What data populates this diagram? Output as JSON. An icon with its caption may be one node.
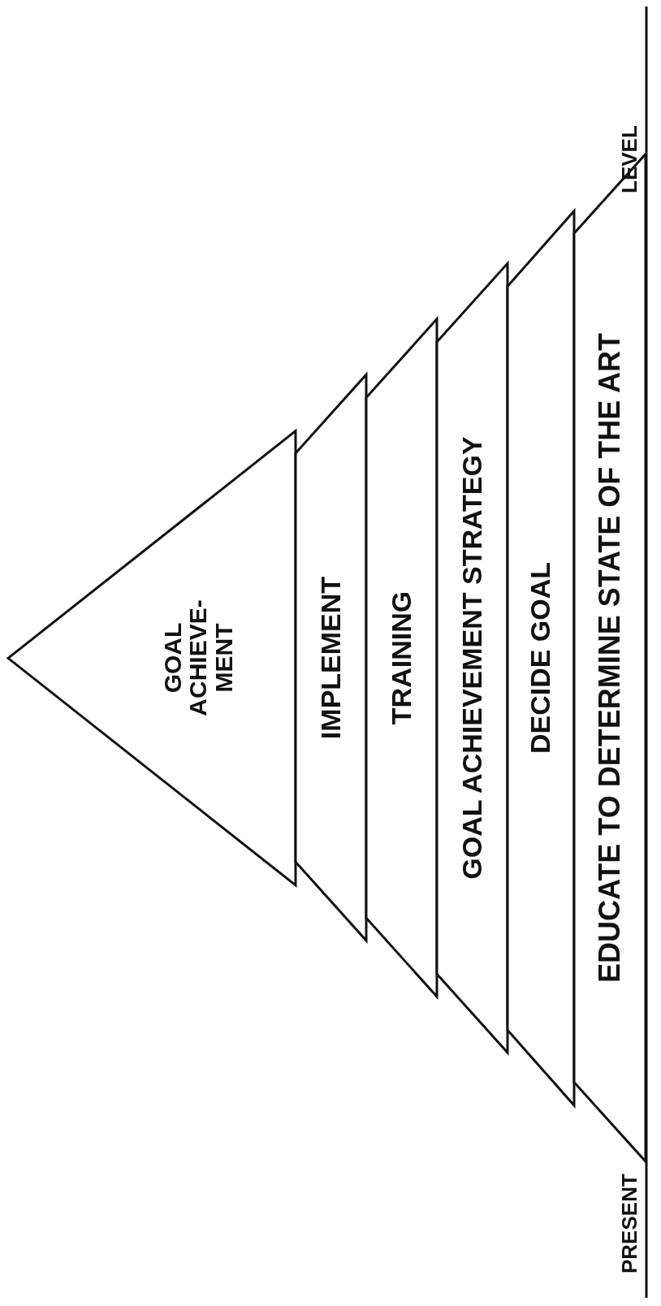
{
  "diagram": {
    "nodes": [
      {
        "text": [
          "GOAL ACHIEVE- MENT"
        ]
      },
      {
        "text": [
          "IMPLEMENT"
        ]
      },
      {
        "text": [
          "TRAINING"
        ]
      },
      {
        "text": [
          "GOAL ACHIEVEMENT STRATEGY"
        ]
      },
      {
        "text": [
          "DECIDE GOAL"
        ]
      },
      {
        "text": [
          "EDUCATE TO DETERMINE STATE OF THE ART"
        ]
      }
    ],
    "labels": [
      "PRESENT",
      "LEVEL"
    ]
  }
}
